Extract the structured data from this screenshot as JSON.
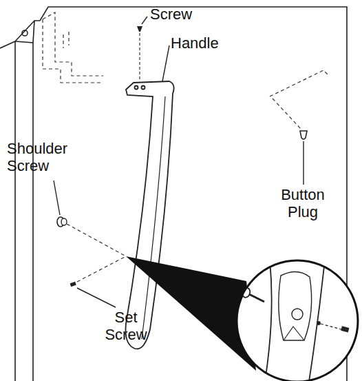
{
  "diagram": {
    "labels": [
      "Screw",
      "Handle",
      "Shoulder Screw",
      "Button Plug",
      "Set Screw"
    ]
  }
}
